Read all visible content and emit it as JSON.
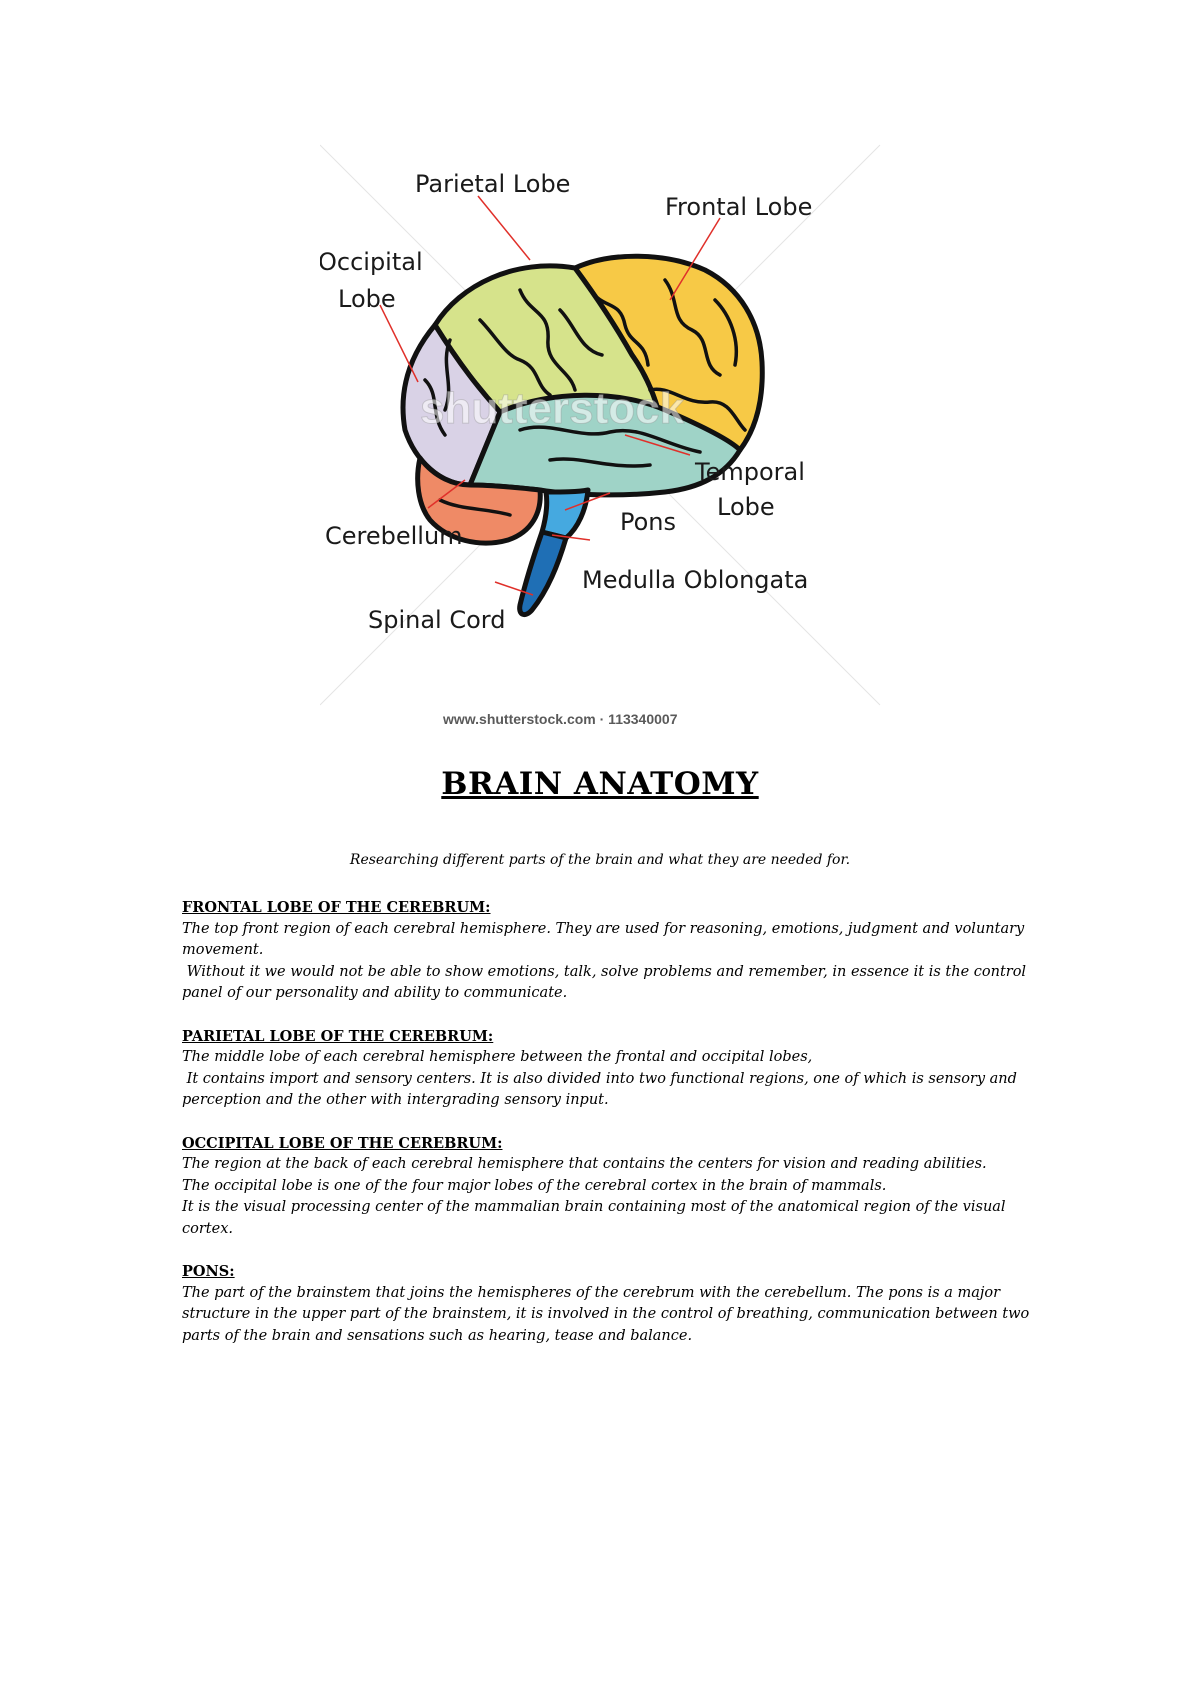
{
  "figure": {
    "labels": {
      "parietal": "Parietal Lobe",
      "frontal": "Frontal Lobe",
      "occipital_1": "Occipital",
      "occipital_2": "Lobe",
      "temporal_1": "Temporal",
      "temporal_2": "Lobe",
      "pons": "Pons",
      "cerebellum": "Cerebellum",
      "medulla": "Medulla Oblongata",
      "spinal": "Spinal Cord"
    },
    "credit": "www.shutterstock.com · 113340007",
    "watermark": "shutterstock",
    "colors": {
      "frontal": "#f7c946",
      "parietal": "#d6e38b",
      "occipital": "#d9d2e6",
      "temporal": "#9fd3c7",
      "cerebellum": "#ef8a66",
      "pons": "#45a9e0",
      "medulla": "#1f6fb5",
      "leader": "#e0302a"
    }
  },
  "title": "BRAIN ANATOMY",
  "intro": "Researching different parts of the brain and what they are needed for.",
  "sections": [
    {
      "heading": "FRONTAL LOBE OF THE CEREBRUM:",
      "lines": [
        "The top front region of each cerebral hemisphere. They are used for reasoning, emotions, judgment and voluntary movement.",
        " Without it we would not be able to show emotions, talk, solve problems and remember, in essence it is the control panel of our personality and ability to communicate."
      ]
    },
    {
      "heading": "PARIETAL LOBE OF THE CEREBRUM:",
      "lines": [
        "The middle lobe of each cerebral hemisphere between the frontal and occipital lobes,",
        " It contains import and sensory centers. It is also divided into two functional regions, one of which is sensory and perception and the other with intergrading sensory input."
      ]
    },
    {
      "heading": "OCCIPITAL LOBE OF THE CEREBRUM:",
      "lines": [
        "The region at the back of each cerebral hemisphere that contains the centers for vision and reading abilities.",
        "The occipital lobe is one of the four major lobes of the cerebral cortex in the brain of mammals.",
        "It is the visual processing center of the mammalian brain containing most of the anatomical region of the visual cortex."
      ]
    },
    {
      "heading": "PONS:",
      "lines": [
        "The part of the brainstem that joins the hemispheres of the cerebrum with the cerebellum. The pons is a major structure in the upper part of the brainstem, it is involved in the control of breathing, communication between two parts of the brain and sensations such as hearing, tease and balance."
      ]
    }
  ]
}
